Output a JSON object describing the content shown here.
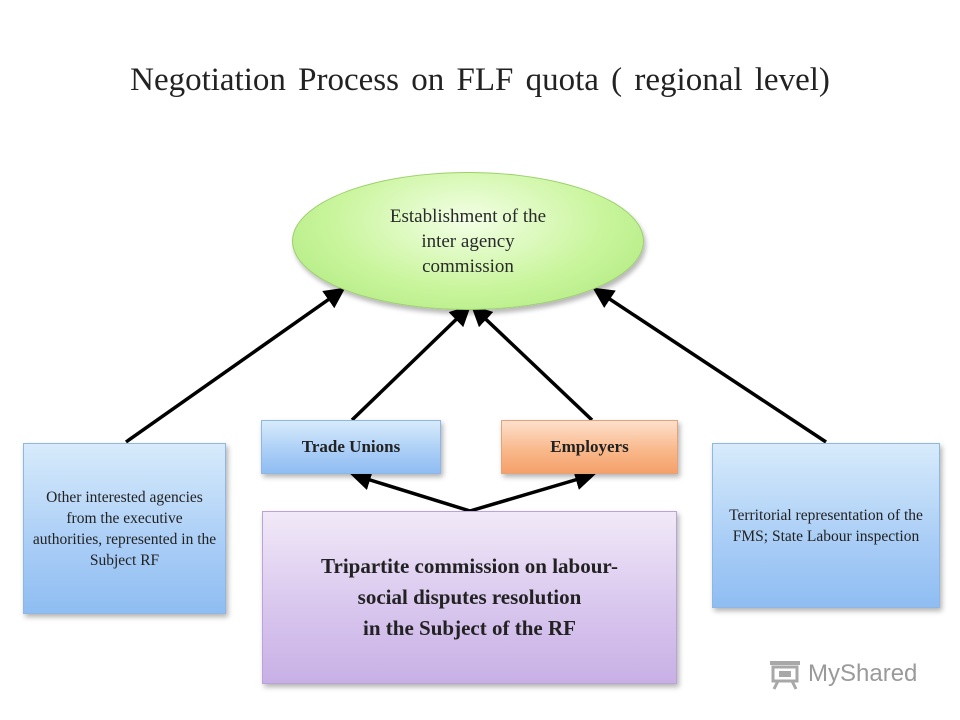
{
  "title": "Negotiation Process on FLF quota ( regional level)",
  "center_node": {
    "text": "Establishment of the\ninter agency\ncommission",
    "color": "#c9f59c"
  },
  "nodes": {
    "trade_unions": {
      "text": "Trade Unions",
      "color": "#a9cdf6"
    },
    "employers": {
      "text": "Employers",
      "color": "#f9b98c"
    },
    "other_agencies": {
      "text": "Other interested agencies from the executive authorities, represented in the Subject RF",
      "color": "#a9cdf6"
    },
    "territorial": {
      "text": "Territorial representation of the FMS; State Labour inspection",
      "color": "#a9cdf6"
    },
    "tripartite": {
      "lines": [
        "Tripartite commission on labour-",
        "social disputes resolution",
        "in the Subject of the RF"
      ],
      "color": "#d9c7ee"
    }
  },
  "edges": [
    {
      "from": "other_agencies",
      "to": "center_node"
    },
    {
      "from": "trade_unions",
      "to": "center_node"
    },
    {
      "from": "employers",
      "to": "center_node"
    },
    {
      "from": "territorial",
      "to": "center_node"
    },
    {
      "from": "tripartite",
      "to": "trade_unions"
    },
    {
      "from": "tripartite",
      "to": "employers"
    }
  ],
  "logo": {
    "text": "MyShared",
    "icon": "presentation-board-icon"
  }
}
